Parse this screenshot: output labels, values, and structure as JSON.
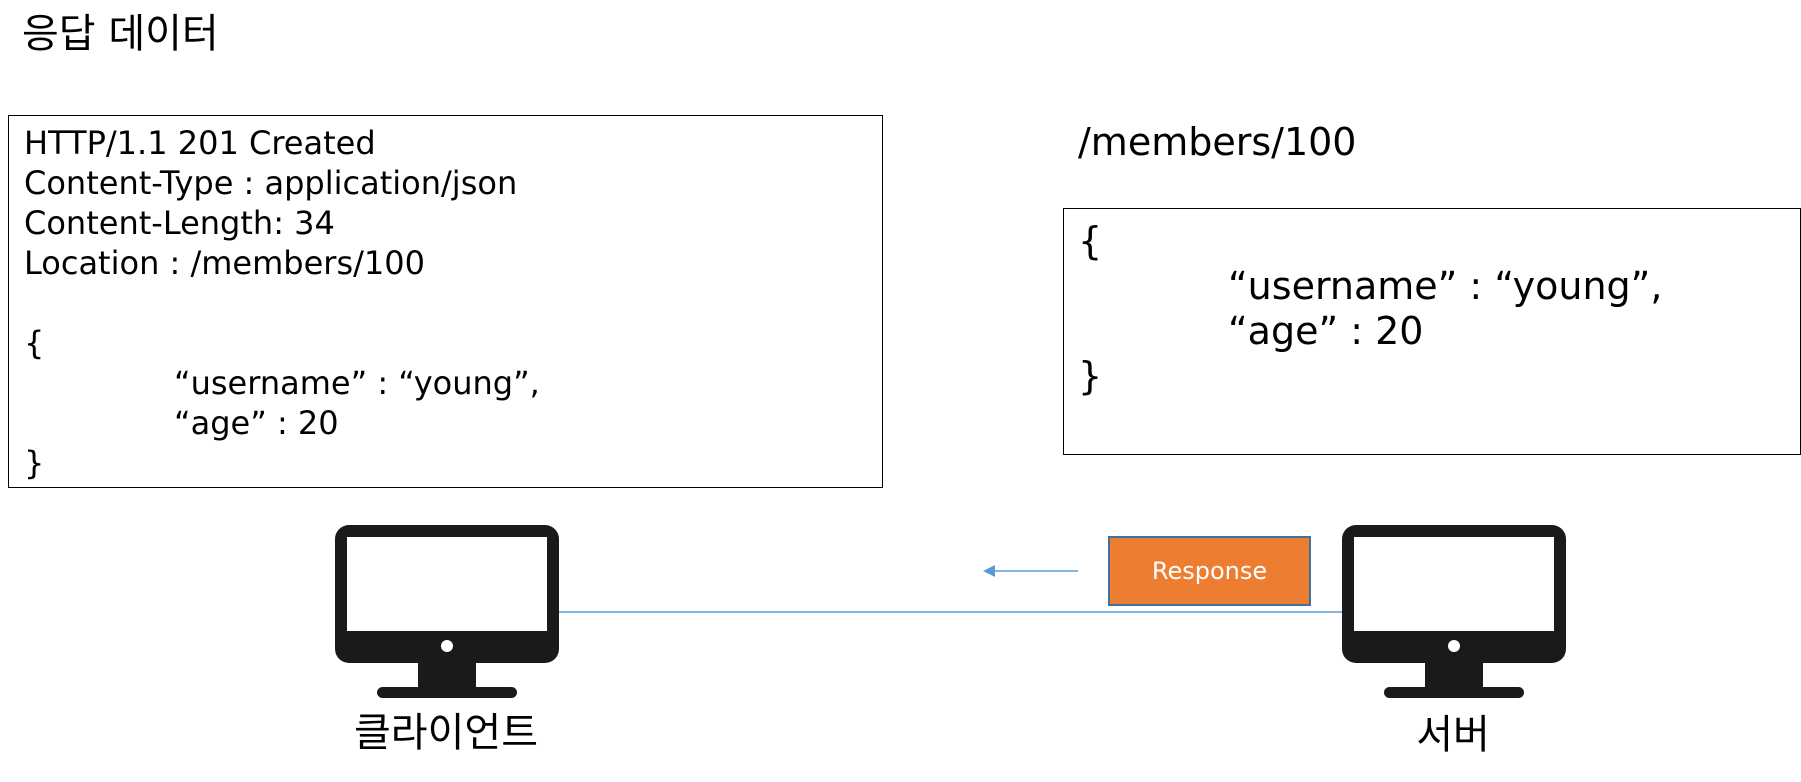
{
  "title": "응답 데이터",
  "request_message": {
    "status_line": "HTTP/1.1 201 Created",
    "headers": [
      "Content-Type : application/json",
      "Content-Length: 34",
      "Location : /members/100"
    ],
    "body_open": "{",
    "body_lines": [
      "“username” : “young”,",
      "“age” : 20"
    ],
    "body_close": "}"
  },
  "resource": {
    "path": "/members/100",
    "body_open": "{",
    "body_lines": [
      "“username” : “young”,",
      "“age” : 20"
    ],
    "body_close": "}"
  },
  "flow": {
    "label": "Response",
    "label_color": "#ed7d31",
    "arrow_color": "#5b9bd5",
    "direction": "server-to-client"
  },
  "nodes": {
    "client": {
      "label": "클라이언트",
      "icon": "monitor-icon"
    },
    "server": {
      "label": "서버",
      "icon": "monitor-icon"
    }
  }
}
